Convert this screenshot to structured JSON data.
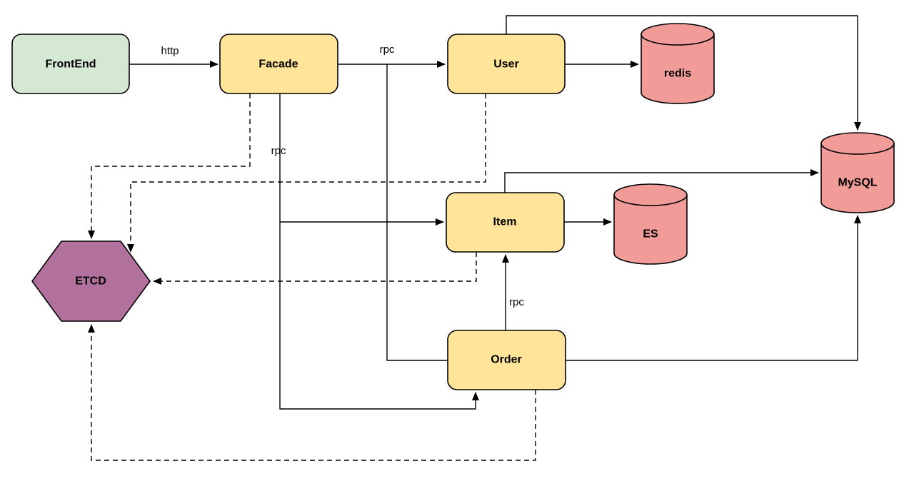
{
  "diagram": {
    "background": "#ffffff",
    "stroke_color": "#000000",
    "colors": {
      "green": "#d5e8d4",
      "yellow": "#ffe499",
      "red": "#f19c99",
      "purple": "#b2709c"
    },
    "nodes": {
      "frontend": {
        "label": "FrontEnd",
        "shape": "rounded-rect",
        "fill": "#d5e8d4"
      },
      "facade": {
        "label": "Facade",
        "shape": "rounded-rect",
        "fill": "#ffe499"
      },
      "user": {
        "label": "User",
        "shape": "rounded-rect",
        "fill": "#ffe499"
      },
      "item": {
        "label": "Item",
        "shape": "rounded-rect",
        "fill": "#ffe499"
      },
      "order": {
        "label": "Order",
        "shape": "rounded-rect",
        "fill": "#ffe499"
      },
      "redis": {
        "label": "redis",
        "shape": "cylinder",
        "fill": "#f19c99"
      },
      "es": {
        "label": "ES",
        "shape": "cylinder",
        "fill": "#f19c99"
      },
      "mysql": {
        "label": "MySQL",
        "shape": "cylinder",
        "fill": "#f19c99"
      },
      "etcd": {
        "label": "ETCD",
        "shape": "hexagon",
        "fill": "#b2709c"
      }
    },
    "edges": [
      {
        "from": "FrontEnd",
        "to": "Facade",
        "label": "http",
        "style": "solid"
      },
      {
        "from": "Facade",
        "to": "User",
        "label": "rpc",
        "style": "solid"
      },
      {
        "from": "User",
        "to": "redis",
        "label": "",
        "style": "solid"
      },
      {
        "from": "User",
        "to": "MySQL",
        "label": "",
        "style": "solid"
      },
      {
        "from": "Item",
        "to": "ES",
        "label": "",
        "style": "solid"
      },
      {
        "from": "Item",
        "to": "MySQL",
        "label": "",
        "style": "solid"
      },
      {
        "from": "Order",
        "to": "MySQL",
        "label": "",
        "style": "solid"
      },
      {
        "from": "Facade",
        "to": "Order",
        "label": "rpc",
        "style": "solid"
      },
      {
        "from": "Facade",
        "to": "Item",
        "label": "",
        "style": "solid"
      },
      {
        "from": "Facade",
        "to": "Order",
        "label": "",
        "style": "solid"
      },
      {
        "from": "Order",
        "to": "Item",
        "label": "rpc",
        "style": "solid"
      },
      {
        "from": "Facade",
        "to": "ETCD",
        "label": "",
        "style": "dashed"
      },
      {
        "from": "User",
        "to": "ETCD",
        "label": "",
        "style": "dashed"
      },
      {
        "from": "Item",
        "to": "ETCD",
        "label": "",
        "style": "dashed"
      },
      {
        "from": "Order",
        "to": "ETCD",
        "label": "",
        "style": "dashed"
      }
    ]
  }
}
